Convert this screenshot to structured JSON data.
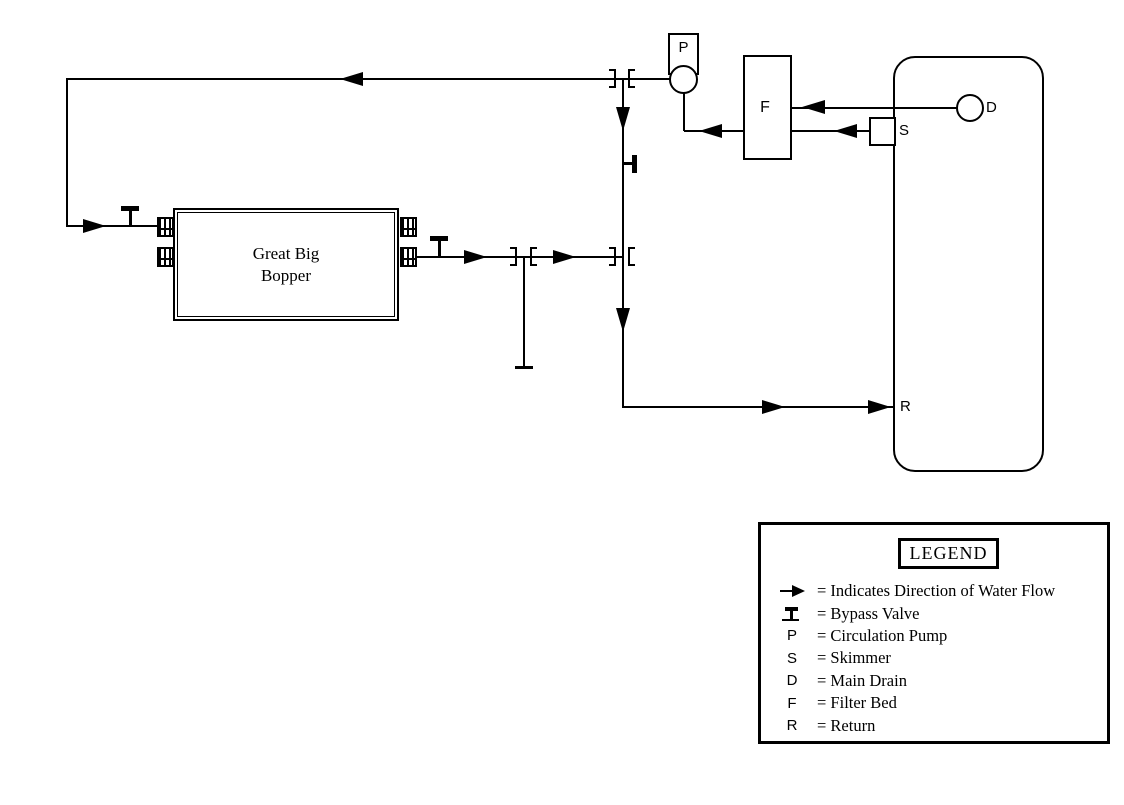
{
  "page": {
    "background": "#ffffff",
    "ink": "#000000"
  },
  "equipment": {
    "heater": {
      "name_line1": "Great Big",
      "name_line2": "Bopper"
    },
    "pump_label": "P",
    "filter_label": "F",
    "skimmer_label": "S",
    "main_drain_label": "D",
    "return_label": "R"
  },
  "legend": {
    "title": "LEGEND",
    "items": [
      {
        "symbol": "flow-arrow",
        "label": "= Indicates Direction of Water Flow"
      },
      {
        "symbol": "bypass-valve",
        "label": "= Bypass Valve"
      },
      {
        "symbol": "P",
        "label": "= Circulation Pump"
      },
      {
        "symbol": "S",
        "label": "= Skimmer"
      },
      {
        "symbol": "D",
        "label": "= Main Drain"
      },
      {
        "symbol": "F",
        "label": "= Filter Bed"
      },
      {
        "symbol": "R",
        "label": "= Return"
      }
    ]
  }
}
